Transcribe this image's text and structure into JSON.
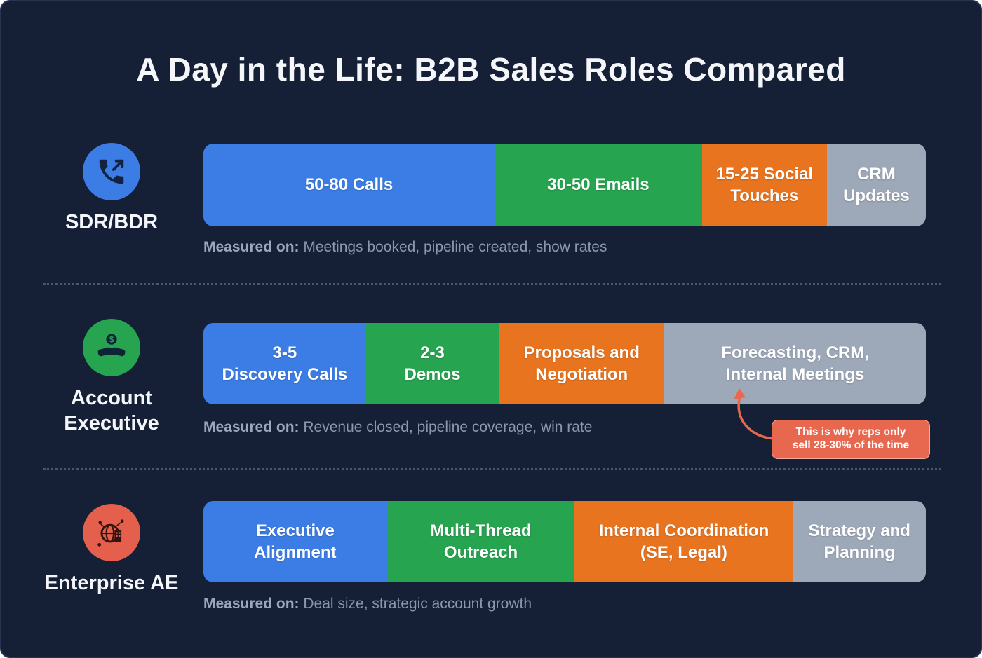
{
  "title": "A Day in the Life: B2B Sales Roles Compared",
  "measured_prefix": "Measured on:",
  "palette": {
    "background": "#152037",
    "blue": "#3c7de5",
    "green": "#27a450",
    "orange": "#e8741f",
    "gray": "#9da8b8",
    "icon_blue": "#3c7de5",
    "icon_green": "#27a44f",
    "icon_red": "#e4604c",
    "callout_bg": "#e8684f",
    "text_muted": "#8b97ac"
  },
  "callout": {
    "text": "This is why reps only\nsell 28-30% of the time"
  },
  "chart_data": {
    "type": "bar",
    "subtype": "horizontal-stacked-proportional",
    "title": "A Day in the Life: B2B Sales Roles Compared",
    "axes": "none",
    "legend": "none",
    "rows": [
      {
        "role": "SDR/BDR",
        "icon": "phone-call-icon",
        "measured_on": " Meetings booked, pipeline created, show rates",
        "segments": [
          {
            "label": "50-80 Calls",
            "color": "#3c7de5",
            "width_pct": 40.3
          },
          {
            "label": "30-50 Emails",
            "color": "#27a450",
            "width_pct": 28.7
          },
          {
            "label": "15-25 Social\nTouches",
            "color": "#e8741f",
            "width_pct": 17.3
          },
          {
            "label": "CRM\nUpdates",
            "color": "#9da8b8",
            "width_pct": 13.7
          }
        ]
      },
      {
        "role": "Account\nExecutive",
        "icon": "handshake-dollar-icon",
        "measured_on": " Revenue closed, pipeline coverage, win rate",
        "segments": [
          {
            "label": "3-5\nDiscovery Calls",
            "color": "#3c7de5",
            "width_pct": 22.5
          },
          {
            "label": "2-3\nDemos",
            "color": "#27a450",
            "width_pct": 18.4
          },
          {
            "label": "Proposals and\nNegotiation",
            "color": "#e8741f",
            "width_pct": 22.9
          },
          {
            "label": "Forecasting, CRM,\nInternal Meetings",
            "color": "#9da8b8",
            "width_pct": 36.2
          }
        ]
      },
      {
        "role": "Enterprise AE",
        "icon": "global-enterprise-icon",
        "measured_on": " Deal size, strategic account growth",
        "segments": [
          {
            "label": "Executive\nAlignment",
            "color": "#3c7de5",
            "width_pct": 25.4
          },
          {
            "label": "Multi-Thread\nOutreach",
            "color": "#27a450",
            "width_pct": 26.0
          },
          {
            "label": "Internal Coordination\n(SE, Legal)",
            "color": "#e8741f",
            "width_pct": 30.2
          },
          {
            "label": "Strategy and\nPlanning",
            "color": "#9da8b8",
            "width_pct": 18.4
          }
        ]
      }
    ]
  }
}
